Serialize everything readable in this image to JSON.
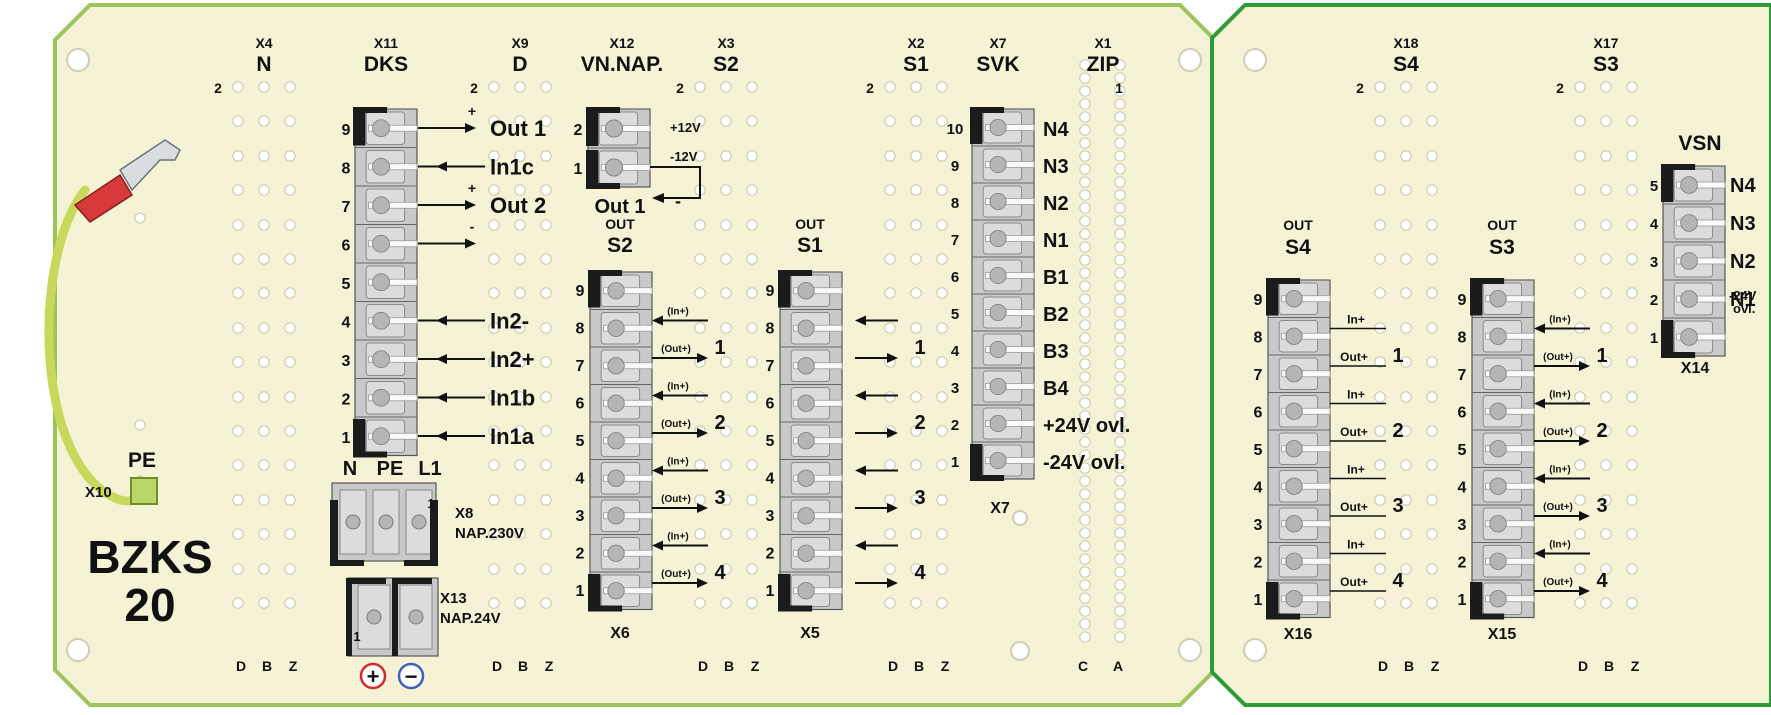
{
  "board_left": {
    "name": "BZKS",
    "number": "20",
    "headers": [
      {
        "id": "x4",
        "code": "X4",
        "name": "N",
        "pin2": "2"
      },
      {
        "id": "x11",
        "code": "X11",
        "name": "DKS",
        "pin2": ""
      },
      {
        "id": "x9",
        "code": "X9",
        "name": "D",
        "pin2": "2"
      },
      {
        "id": "x12",
        "code": "X12",
        "name": "VN.NAP.",
        "pin2": ""
      },
      {
        "id": "x3",
        "code": "X3",
        "name": "S2",
        "pin2": "2"
      },
      {
        "id": "x2",
        "code": "X2",
        "name": "S1",
        "pin2": "2"
      },
      {
        "id": "x7",
        "code": "X7",
        "name": "SVK",
        "pin2": ""
      },
      {
        "id": "x1",
        "code": "X1",
        "name": "ZIP",
        "pin2": "1"
      }
    ],
    "dks_pins": [
      "9",
      "8",
      "7",
      "6",
      "5",
      "4",
      "3",
      "2",
      "1"
    ],
    "dks_labels": [
      {
        "text": "Out 1",
        "sign": "+"
      },
      {
        "text": "In1c",
        "sign": ""
      },
      {
        "text": "Out 2",
        "sign": "+"
      },
      {
        "text": "",
        "sign": "-"
      },
      {
        "text": "",
        "sign": ""
      },
      {
        "text": "In2-",
        "sign": ""
      },
      {
        "text": "In2+",
        "sign": ""
      },
      {
        "text": "In1b",
        "sign": ""
      },
      {
        "text": "In1a",
        "sign": ""
      }
    ],
    "vnnap_pins": [
      "2",
      "1"
    ],
    "vnnap_labels": [
      "+12V",
      "-12V"
    ],
    "vnnap_out_label": "Out 1",
    "vnnap_out_sign": "-",
    "out_s2": {
      "title1": "OUT",
      "title2": "S2",
      "footer": "X6"
    },
    "out_s1": {
      "title1": "OUT",
      "title2": "S1",
      "footer": "X5"
    },
    "io_pins": [
      "9",
      "8",
      "7",
      "6",
      "5",
      "4",
      "3",
      "2",
      "1"
    ],
    "in_tag": "(In+)",
    "out_tag": "(Out+)",
    "io_channels": [
      "1",
      "2",
      "3",
      "4"
    ],
    "svk_pins": [
      "10",
      "9",
      "8",
      "7",
      "6",
      "5",
      "4",
      "3",
      "2",
      "1"
    ],
    "svk_labels": [
      "N4",
      "N3",
      "N2",
      "N1",
      "B1",
      "B2",
      "B3",
      "B4",
      "+24V ovl.",
      "-24V ovl."
    ],
    "svk_footer": "X7",
    "x8_labels": [
      "N",
      "PE",
      "L1"
    ],
    "x8_pin": "1",
    "x8_code": "X8",
    "x8_name": "NAP.230V",
    "x13_code": "X13",
    "x13_name": "NAP.24V",
    "x13_pin": "1",
    "plus_symbol": "+",
    "minus_symbol": "−",
    "pe_label": "PE",
    "x10_code": "X10",
    "bottom_letters": [
      "D",
      "B",
      "Z",
      "D",
      "B",
      "Z",
      "D",
      "B",
      "Z",
      "D",
      "B",
      "Z",
      "C",
      "A"
    ]
  },
  "board_right": {
    "headers": [
      {
        "id": "x18",
        "code": "X18",
        "name": "S4",
        "pin2": "2"
      },
      {
        "id": "x17",
        "code": "X17",
        "name": "S3",
        "pin2": "2"
      }
    ],
    "out_s4": {
      "title1": "OUT",
      "title2": "S4",
      "footer": "X16"
    },
    "out_s3": {
      "title1": "OUT",
      "title2": "S3",
      "footer": "X15"
    },
    "io_pins": [
      "9",
      "8",
      "7",
      "6",
      "5",
      "4",
      "3",
      "2",
      "1"
    ],
    "s4_in_tag": "In+",
    "s4_out_tag": "Out+",
    "s3_in_tag": "(In+)",
    "s3_out_tag": "(Out+)",
    "io_channels": [
      "1",
      "2",
      "3",
      "4"
    ],
    "vsn_title": "VSN",
    "vsn_pins": [
      "5",
      "4",
      "3",
      "2",
      "1"
    ],
    "vsn_labels": [
      "N4",
      "N3",
      "N2",
      "N1",
      "-24V ovl."
    ],
    "vsn_footer": "X14",
    "bottom_letters": [
      "D",
      "B",
      "Z",
      "D",
      "B",
      "Z"
    ]
  },
  "colors": {
    "board_fill": "#f6f2d6",
    "left_border": "#9bc55a",
    "right_border": "#2e9a3a",
    "connector_body": "#c9c9c9",
    "connector_dark": "#1b1b1b",
    "wire": "#c8d85a",
    "plus": "#d42a2a",
    "minus": "#3b63b8"
  }
}
